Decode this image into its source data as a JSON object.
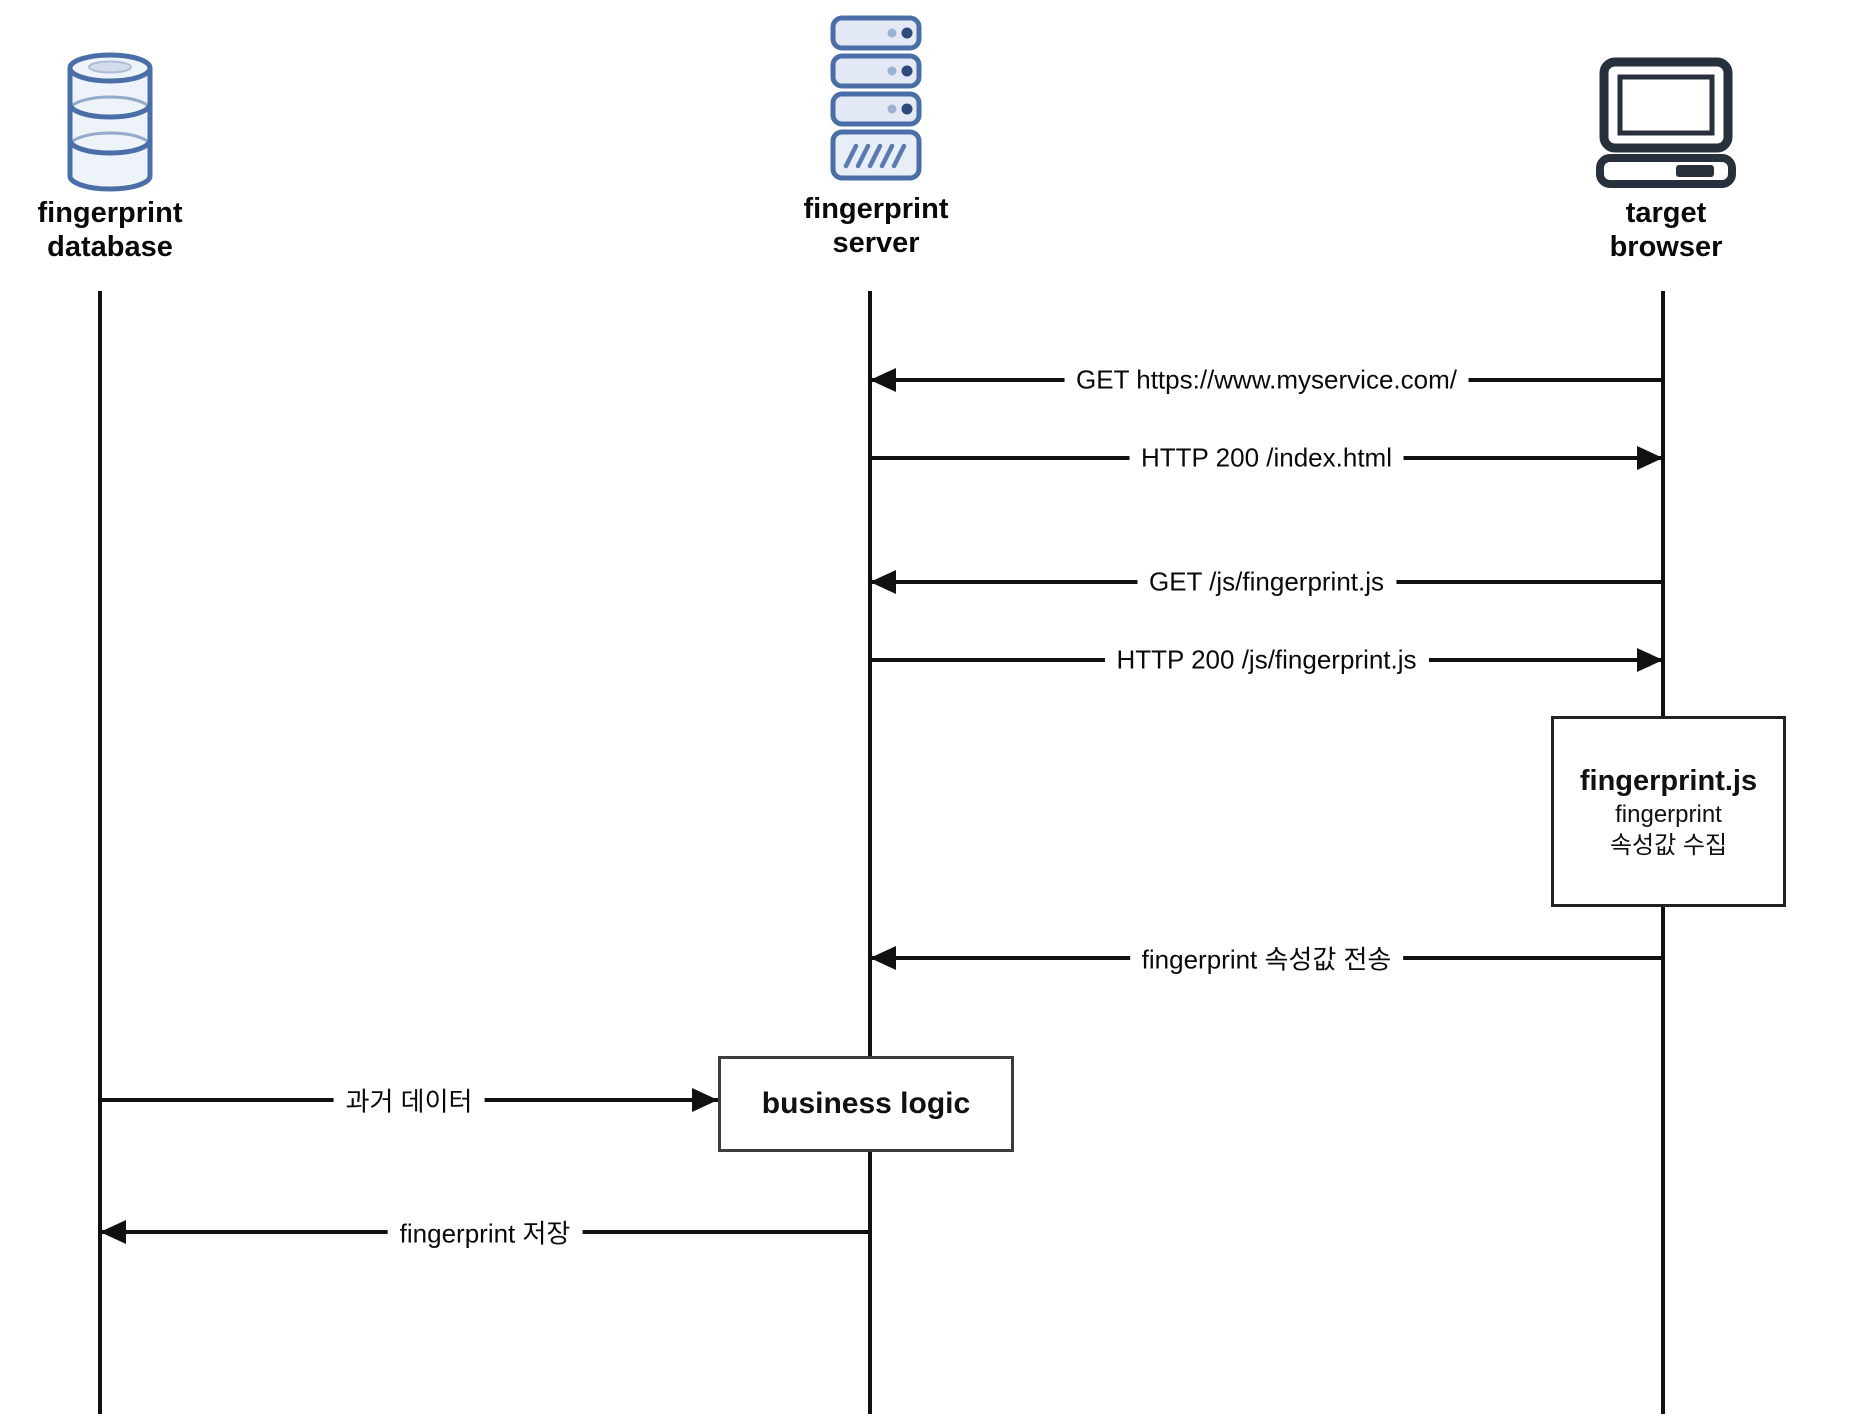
{
  "diagram": {
    "actors": [
      {
        "id": "fingerprint-database",
        "label_line1": "fingerprint",
        "label_line2": "database",
        "icon": "database-icon"
      },
      {
        "id": "fingerprint-server",
        "label_line1": "fingerprint",
        "label_line2": "server",
        "icon": "server-icon"
      },
      {
        "id": "target-browser",
        "label_line1": "target",
        "label_line2": "browser",
        "icon": "computer-icon"
      }
    ],
    "messages": [
      {
        "label": "GET https://www.myservice.com/",
        "from": "target-browser",
        "to": "fingerprint-server",
        "arrow": "left"
      },
      {
        "label": "HTTP 200 /index.html",
        "from": "fingerprint-server",
        "to": "target-browser",
        "arrow": "right"
      },
      {
        "label": "GET /js/fingerprint.js",
        "from": "target-browser",
        "to": "fingerprint-server",
        "arrow": "left"
      },
      {
        "label": "HTTP 200 /js/fingerprint.js",
        "from": "fingerprint-server",
        "to": "target-browser",
        "arrow": "right"
      },
      {
        "label": "fingerprint 속성값 전송",
        "from": "target-browser",
        "to": "fingerprint-server",
        "arrow": "left"
      },
      {
        "label": "과거 데이터",
        "from": "fingerprint-database",
        "to": "business-logic",
        "arrow": "right"
      },
      {
        "label": "fingerprint 저장",
        "from": "fingerprint-server",
        "to": "fingerprint-database",
        "arrow": "left"
      }
    ],
    "script_box": {
      "title": "fingerprint.js",
      "line1": "fingerprint",
      "line2": "속성값 수집"
    },
    "process_box": {
      "title": "business logic"
    },
    "colors": {
      "line": "#111111",
      "icon_blue_stroke": "#4a6fa8",
      "icon_blue_fill": "#e6ecf6",
      "icon_dark": "#28303e"
    }
  }
}
